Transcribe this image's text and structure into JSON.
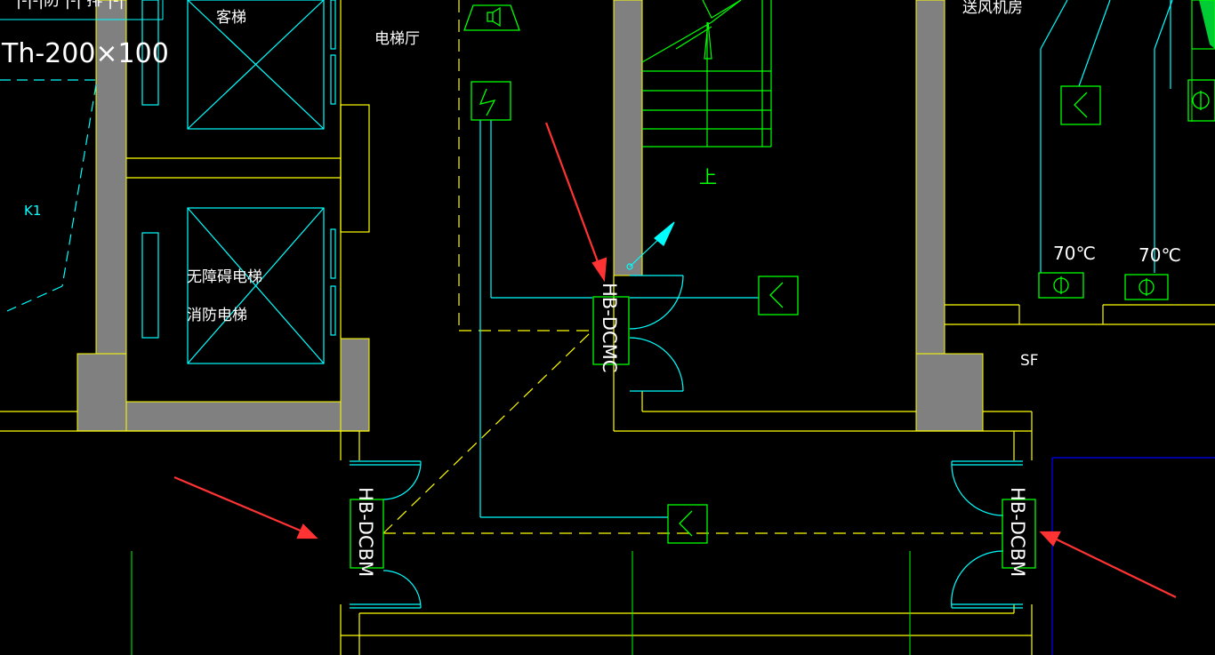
{
  "drawing": {
    "colors": {
      "background": "#000000",
      "wall": "#808080",
      "yellow": "#ffff00",
      "cyan": "#00ffff",
      "green": "#00ff00",
      "white": "#ffffff",
      "blue": "#0000ff",
      "arrow": "#ff3333"
    },
    "labels": {
      "duct_size": "Th-200×100",
      "top_left_cut": "一|-|-|防 |-| 排 |-|",
      "passenger_elevator": "客梯",
      "elevator_hall": "电梯厅",
      "accessible_elevator": "无障碍电梯",
      "fire_elevator": "消防电梯",
      "k1": "K1",
      "stair_up": "上",
      "air_supply_room": "送风机房",
      "temp_left": "70℃",
      "temp_right": "70℃",
      "sf": "SF"
    },
    "door_tags": {
      "center": "HB-DCMC",
      "left": "HB-DCBM",
      "right": "HB-DCBM"
    },
    "icons": [
      "smoke-detector-icon",
      "damper-icon",
      "fire-damper-icon",
      "loudspeaker-icon",
      "red-arrow-icon"
    ]
  }
}
